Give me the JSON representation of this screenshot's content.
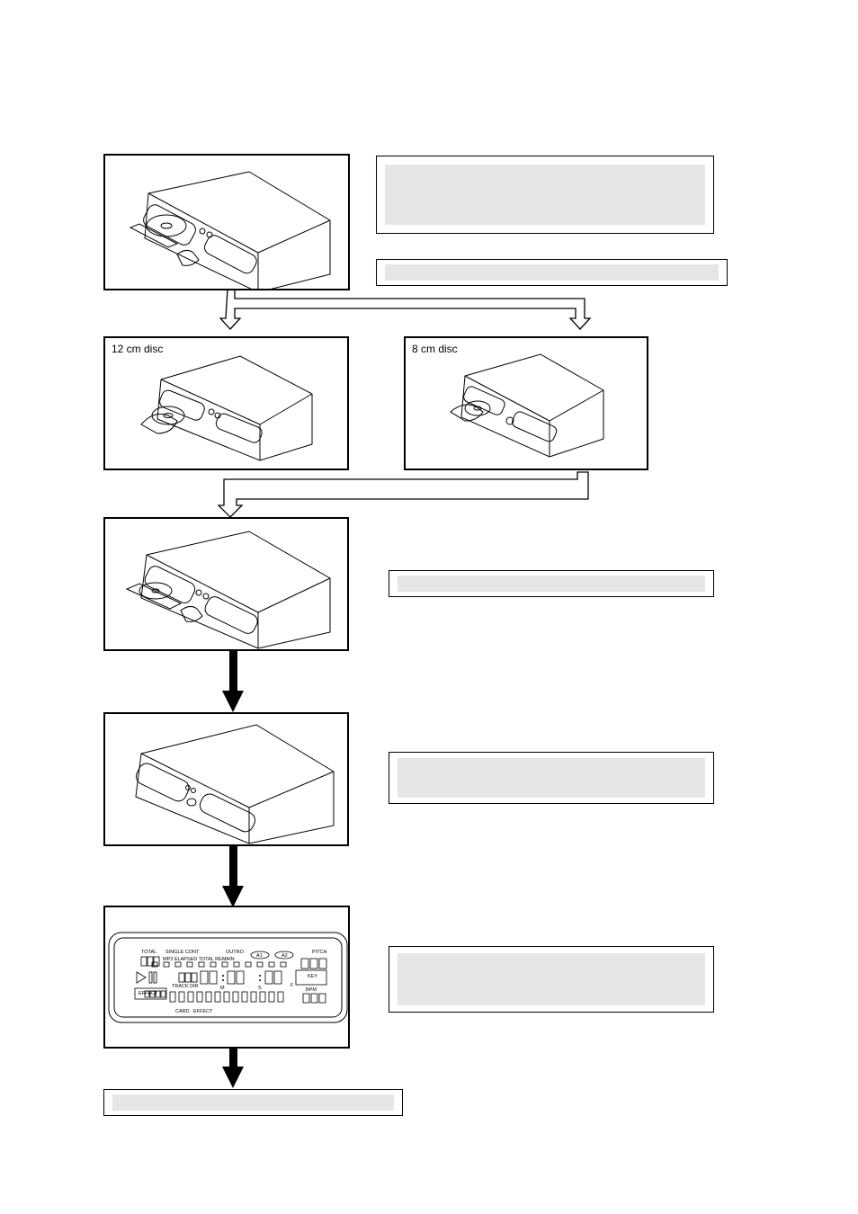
{
  "panels": {
    "eject": {
      "caption": ""
    },
    "disc12": {
      "caption": "12 cm disc"
    },
    "disc8": {
      "caption": "8 cm disc"
    },
    "insert": {
      "caption": ""
    },
    "closed": {
      "caption": ""
    },
    "display": {
      "caption": ""
    }
  },
  "lcd": {
    "total": "TOTAL",
    "single_cont": "SINGLE CONT",
    "outro": "OUTRO",
    "a1": "A1",
    "a2": "A2",
    "pitch": "PITCH",
    "mode_line": "MP3 ELAPSED TOTAL REMAIN",
    "track_dir": "TRACK DIR",
    "effect": "EFFECT",
    "key": "KEY",
    "bpm": "BPM",
    "card": "CARD",
    "effect_bottom": "EFFECT",
    "m": "M",
    "s": "S",
    "f": "F"
  },
  "colors": {
    "line": "#000000",
    "note_fill": "#e6e6e6"
  }
}
